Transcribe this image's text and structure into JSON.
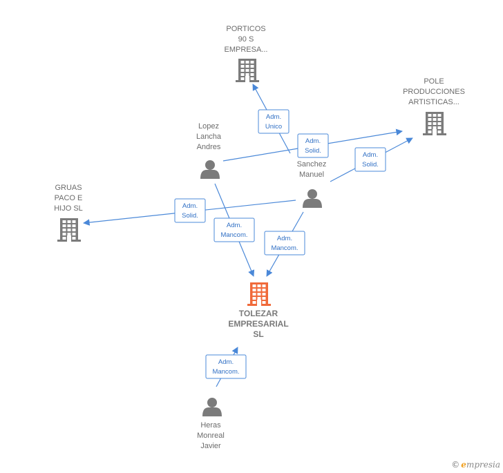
{
  "colors": {
    "edge": "#4a88d8",
    "edge_text": "#2f6fc4",
    "node_gray": "#7b7b7b",
    "center_orange": "#f06a3a",
    "label_gray": "#6b6b6b"
  },
  "nodes": {
    "porticos": {
      "icon": "building-icon",
      "label_lines": [
        "PORTICOS",
        "90 S",
        "EMPRESA..."
      ]
    },
    "pole": {
      "icon": "building-icon",
      "label_lines": [
        "POLE",
        "PRODUCCIONES",
        "ARTISTICAS..."
      ]
    },
    "gruas": {
      "icon": "building-icon",
      "label_lines": [
        "GRUAS",
        "PACO E",
        "HIJO  SL"
      ]
    },
    "tolezar": {
      "icon": "building-icon",
      "label_lines": [
        "TOLEZAR",
        "EMPRESARIAL",
        "SL"
      ]
    },
    "lopez": {
      "icon": "person-icon",
      "label_lines": [
        "Lopez",
        "Lancha",
        "Andres"
      ]
    },
    "sanchez": {
      "icon": "person-icon",
      "label_lines": [
        "Sanchez",
        "Manuel"
      ]
    },
    "heras": {
      "icon": "person-icon",
      "label_lines": [
        "Heras",
        "Monreal",
        "Javier"
      ]
    }
  },
  "edges": [
    {
      "from": "sanchez",
      "to": "porticos",
      "label_lines": [
        "Adm.",
        "Unico"
      ]
    },
    {
      "from": "lopez",
      "to": "pole",
      "label_lines": [
        "Adm.",
        "Solid."
      ]
    },
    {
      "from": "sanchez",
      "to": "pole",
      "label_lines": [
        "Adm.",
        "Solid."
      ]
    },
    {
      "from": "sanchez",
      "to": "gruas",
      "label_lines": [
        "Adm.",
        "Solid."
      ]
    },
    {
      "from": "lopez",
      "to": "tolezar",
      "label_lines": [
        "Adm.",
        "Mancom."
      ]
    },
    {
      "from": "sanchez",
      "to": "tolezar",
      "label_lines": [
        "Adm.",
        "Mancom."
      ]
    },
    {
      "from": "heras",
      "to": "tolezar",
      "label_lines": [
        "Adm.",
        "Mancom."
      ]
    }
  ],
  "watermark": {
    "copyright": "©",
    "brand_initial": "e",
    "brand_rest": "mpresia"
  }
}
